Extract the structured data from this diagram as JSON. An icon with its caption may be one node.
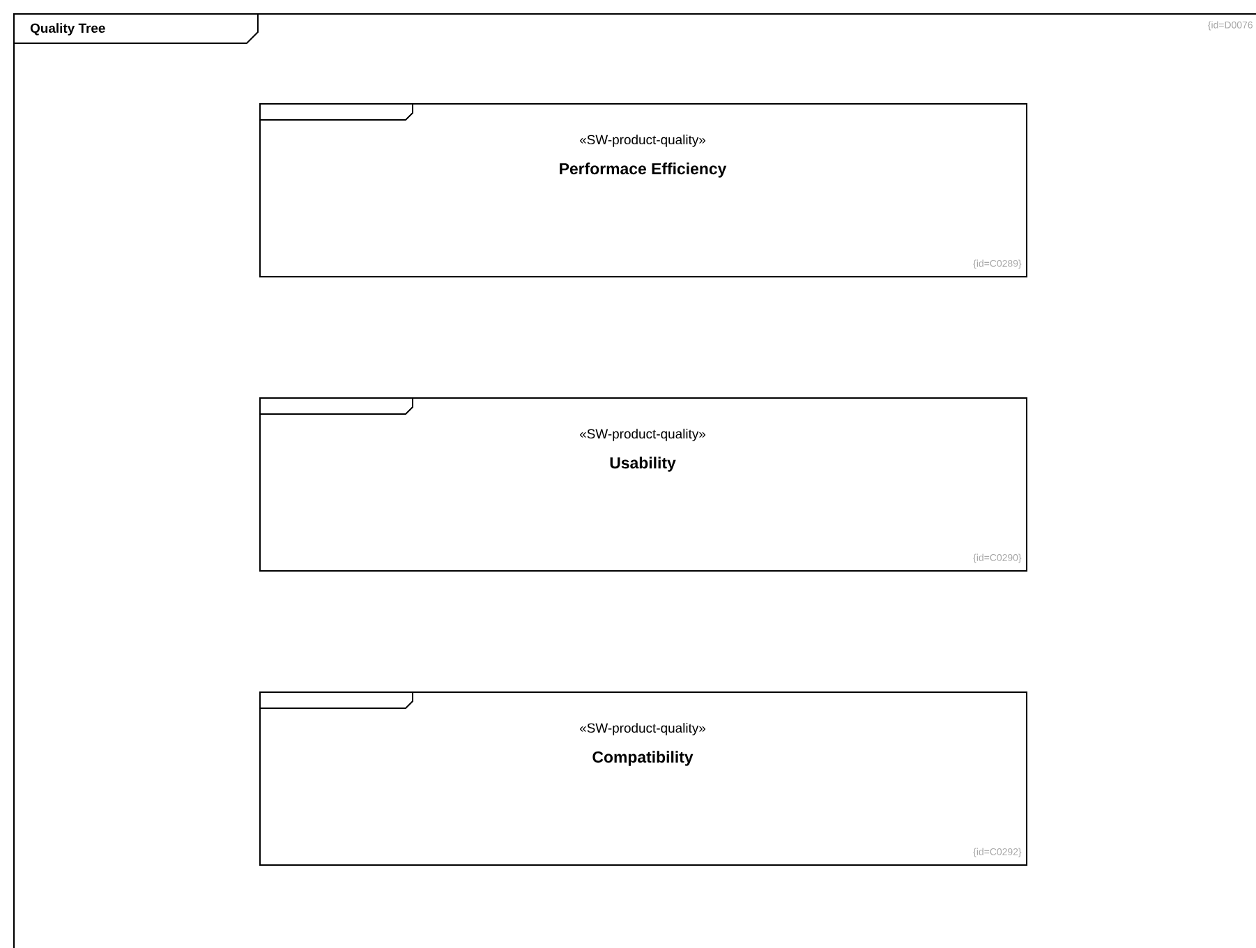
{
  "diagram": {
    "nodes": [
      {
        "text": [
          "Quality Tree",
          "{id=D0076"
        ]
      },
      {
        "text": [
          "«SW-product-quality»",
          "Performace Efficiency",
          "{id=C0289}"
        ],
        "in": 0
      },
      {
        "text": [
          "«SW-product-quality»",
          "Usability",
          "{id=C0290}"
        ],
        "in": 0
      },
      {
        "text": [
          "«SW-product-quality»",
          "Compatibility",
          "{id=C0292}"
        ],
        "in": 0
      }
    ]
  }
}
